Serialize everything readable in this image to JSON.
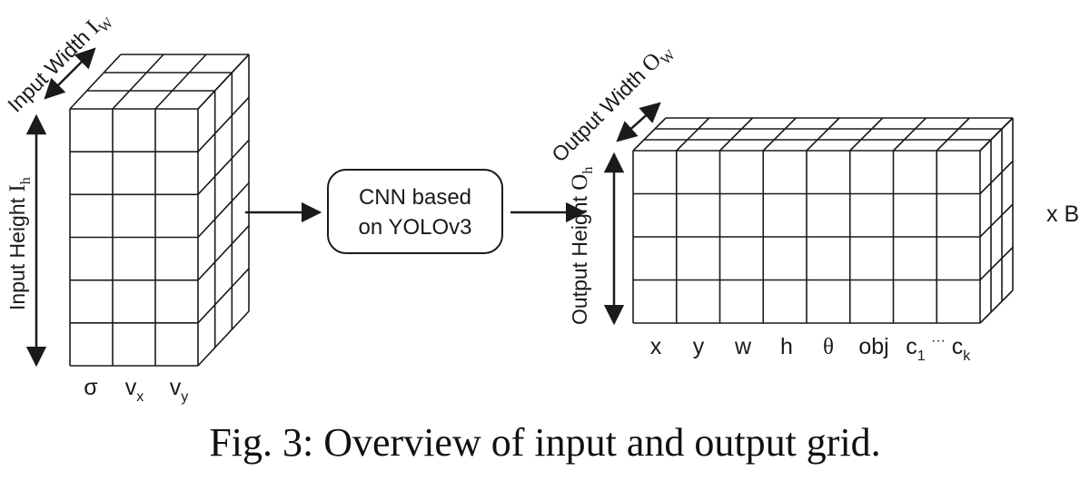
{
  "input_grid": {
    "width_label": "Input Width ",
    "width_symbol": "I",
    "width_subscript": "W",
    "height_label": "Input Height ",
    "height_symbol": "I",
    "height_subscript": "h",
    "channels": [
      {
        "base": "σ",
        "sub": ""
      },
      {
        "base": "v",
        "sub": "x"
      },
      {
        "base": "v",
        "sub": "y"
      }
    ]
  },
  "network_box": {
    "line1": "CNN based",
    "line2": "on YOLOv3"
  },
  "output_grid": {
    "width_label": "Output Width ",
    "width_symbol": "O",
    "width_subscript": "W",
    "height_label": "Output Height ",
    "height_symbol": "O",
    "height_subscript": "h",
    "channels": [
      {
        "base": "x",
        "sub": ""
      },
      {
        "base": "y",
        "sub": ""
      },
      {
        "base": "w",
        "sub": ""
      },
      {
        "base": "h",
        "sub": ""
      },
      {
        "base": "θ",
        "sub": ""
      },
      {
        "base": "obj",
        "sub": ""
      },
      {
        "base": "c",
        "sub": "1"
      },
      {
        "base": "···",
        "sub": ""
      },
      {
        "base": "c",
        "sub": "k"
      }
    ],
    "multiplier": "x B"
  },
  "caption": "Fig. 3: Overview of input and output grid."
}
